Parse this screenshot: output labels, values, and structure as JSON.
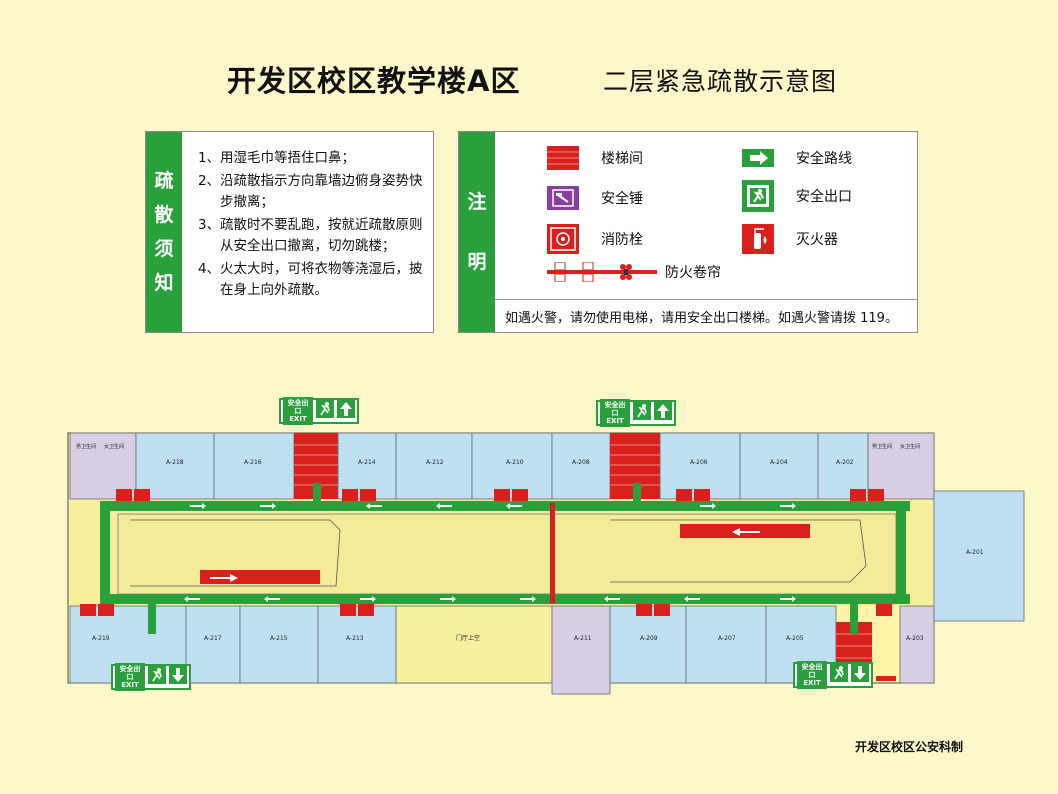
{
  "title": {
    "main": "开发区校区教学楼A区",
    "sub": "二层紧急疏散示意图"
  },
  "notice": {
    "heading": [
      "疏",
      "散",
      "须",
      "知"
    ],
    "items": [
      {
        "num": "1、",
        "text": "用湿毛巾等捂住口鼻；"
      },
      {
        "num": "2、",
        "text": "沿疏散指示方向靠墙边俯身姿势快步撤离；"
      },
      {
        "num": "3、",
        "text": "疏散时不要乱跑，按就近疏散原则从安全出口撤离，切勿跳楼；"
      },
      {
        "num": "4、",
        "text": "火太大时，可将衣物等浇湿后，披在身上向外疏散。"
      }
    ]
  },
  "legend": {
    "heading": [
      "注",
      "明"
    ],
    "items": {
      "stairs": "楼梯间",
      "route": "安全路线",
      "hammer": "安全锤",
      "exit": "安全出口",
      "hydrant": "消防栓",
      "extinguisher": "灭火器",
      "shutter": "防火卷帘"
    },
    "note": "如遇火警，请勿使用电梯，请用安全出口楼梯。如遇火警请拨 119。"
  },
  "exit_sign": {
    "cn": "安全出口",
    "en": "EXIT"
  },
  "rooms_top": [
    "A-218",
    "A-216",
    "A-214",
    "A-212",
    "A-210",
    "A-208",
    "A-206",
    "A-204",
    "A-202"
  ],
  "rooms_bottom": [
    "A-219",
    "A-217",
    "A-215",
    "A-213",
    "门厅上空",
    "A-211",
    "A-209",
    "A-207",
    "A-205",
    "A-203"
  ],
  "room_east": "A-201",
  "toilets": [
    "男卫生间",
    "女卫生间"
  ],
  "credit": "开发区校区公安科制",
  "colors": {
    "route": "#2aa03c",
    "stairs": "#d9201c",
    "room": "#bfe0f2",
    "corridor": "#f6ef9e",
    "toilet": "#d8cfe6",
    "background": "#fdf8c9"
  }
}
